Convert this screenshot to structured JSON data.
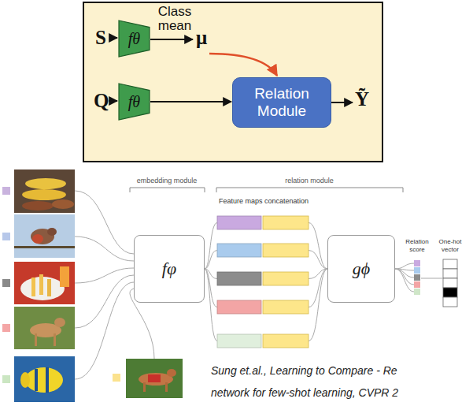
{
  "diagram": {
    "nodes": [
      {
        "text": [
          "fθ"
        ]
      },
      {
        "text": [
          "fθ"
        ]
      },
      {
        "text": [
          "Relation Module"
        ]
      },
      {
        "text": [
          "fφ"
        ]
      },
      {
        "text": [
          "gϕ"
        ]
      }
    ],
    "edges": [
      {
        "from": 1,
        "to": 2,
        "arrow": "to"
      }
    ],
    "labels": [
      "S",
      "Class mean",
      "μ",
      "Q",
      "Ỹ",
      "embedding module",
      "relation module",
      "Feature maps concatenation",
      "Relation score",
      "One-hot vector",
      "Sung et.al., Learning to Compare - Re",
      "network for few-shot learning, CVPR 2"
    ]
  }
}
